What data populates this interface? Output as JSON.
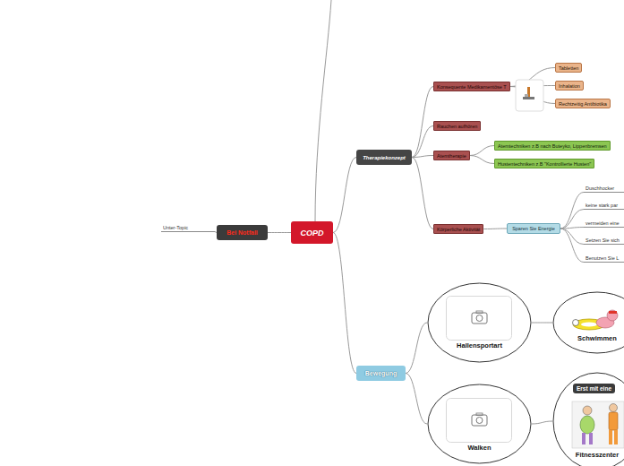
{
  "diagram": {
    "nodes": [
      {
        "text": [
          "COPD"
        ]
      },
      {
        "text": [
          "Bei Notfall"
        ]
      },
      {
        "text": [
          "Unter-Topic"
        ]
      },
      {
        "text": [
          "Therapiekonzept"
        ]
      },
      {
        "text": [
          "Konsequente Medikamentöse T"
        ]
      },
      {
        "text": [
          "Tabletten"
        ]
      },
      {
        "text": [
          "Inhalation"
        ]
      },
      {
        "text": [
          "Rechtzeitig Antibiotika"
        ]
      },
      {
        "text": [
          "Rauchen aufhören"
        ]
      },
      {
        "text": [
          "Atemtherapie"
        ]
      },
      {
        "text": [
          "Atemtechniken z.B nach Buteyko, Lippenbremsen"
        ]
      },
      {
        "text": [
          "Hustentechniken z.B \"Kontrollierte Husten\""
        ]
      },
      {
        "text": [
          "Körperliche Aktivität"
        ]
      },
      {
        "text": [
          "Sparen Sie Energie"
        ]
      },
      {
        "text": [
          "Duschhocker"
        ]
      },
      {
        "text": [
          "keine stark par"
        ]
      },
      {
        "text": [
          "vermeiden eine"
        ]
      },
      {
        "text": [
          "Setzen Sie sich"
        ]
      },
      {
        "text": [
          "Benutzen Sie L"
        ]
      },
      {
        "text": [
          "Bewegung"
        ]
      },
      {
        "text": [
          "Hallensportart"
        ]
      },
      {
        "text": [
          "Schwimmen"
        ]
      },
      {
        "text": [
          "Walken"
        ]
      },
      {
        "text": [
          "Erst mit eine",
          "Fitnesszenter"
        ]
      }
    ],
    "edges": [
      {
        "from": 0,
        "to": 1,
        "arrow": "none"
      },
      {
        "from": 1,
        "to": 2,
        "arrow": "none"
      },
      {
        "from": 0,
        "to": 3,
        "arrow": "none"
      },
      {
        "from": 0,
        "to": 19,
        "arrow": "none"
      },
      {
        "from": 3,
        "to": 4,
        "arrow": "none"
      },
      {
        "from": 3,
        "to": 8,
        "arrow": "none"
      },
      {
        "from": 3,
        "to": 9,
        "arrow": "none"
      },
      {
        "from": 3,
        "to": 12,
        "arrow": "none"
      },
      {
        "from": 4,
        "to": 5,
        "arrow": "none"
      },
      {
        "from": 4,
        "to": 6,
        "arrow": "none"
      },
      {
        "from": 4,
        "to": 7,
        "arrow": "none"
      },
      {
        "from": 9,
        "to": 10,
        "arrow": "none"
      },
      {
        "from": 9,
        "to": 11,
        "arrow": "none"
      },
      {
        "from": 12,
        "to": 13,
        "arrow": "none"
      },
      {
        "from": 13,
        "to": 14,
        "arrow": "none"
      },
      {
        "from": 13,
        "to": 15,
        "arrow": "none"
      },
      {
        "from": 13,
        "to": 16,
        "arrow": "none"
      },
      {
        "from": 13,
        "to": 17,
        "arrow": "none"
      },
      {
        "from": 13,
        "to": 18,
        "arrow": "none"
      },
      {
        "from": 19,
        "to": 20,
        "arrow": "none"
      },
      {
        "from": 19,
        "to": 22,
        "arrow": "none"
      },
      {
        "from": 20,
        "to": 21,
        "arrow": "none"
      },
      {
        "from": 22,
        "to": 23,
        "arrow": "none"
      }
    ]
  }
}
